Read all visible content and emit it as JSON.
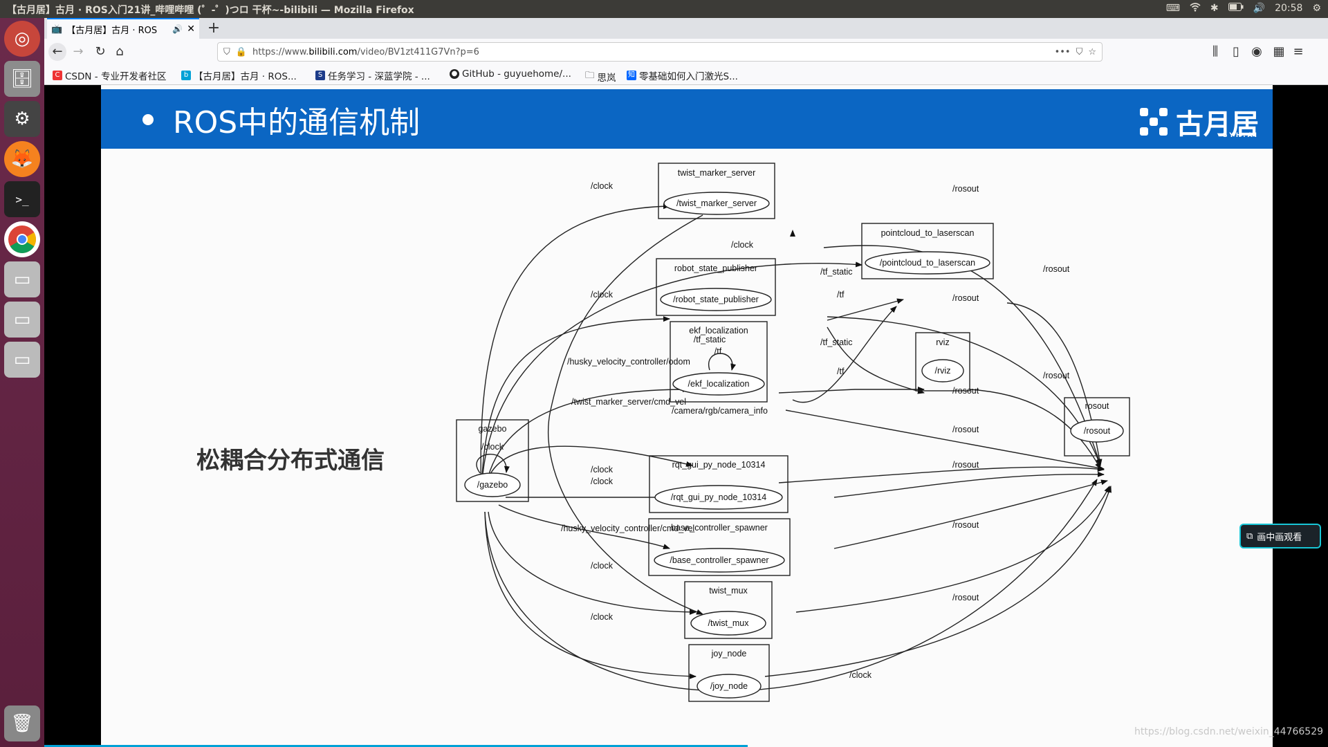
{
  "window_title": "【古月居】古月 · ROS入门21讲_哔哩哔哩 (゜-゜)つロ 干杯~-bilibili — Mozilla Firefox",
  "system_tray": {
    "clock": "20:58"
  },
  "tab": {
    "label": "【古月居】古月 · ROS"
  },
  "url": {
    "prefix": "https://www.",
    "host": "bilibili.com",
    "path": "/video/BV1zt411G7Vn?p=6"
  },
  "bookmarks": [
    "CSDN - 专业开发者社区",
    "【古月居】古月 · ROS...",
    "任务学习 - 深蓝学院 - ...",
    "GitHub - guyuehome/...",
    "思岚",
    "零基础如何入门激光S..."
  ],
  "slide": {
    "heading": "ROS中的通信机制",
    "logo_text": "古月居",
    "logo_sub": "GYH.AI",
    "big_text": "松耦合分布式通信"
  },
  "graph": {
    "nodes": [
      {
        "box": "twist_marker_server",
        "node": "/twist_marker_server"
      },
      {
        "box": "pointcloud_to_laserscan",
        "node": "/pointcloud_to_laserscan"
      },
      {
        "box": "robot_state_publisher",
        "node": "/robot_state_publisher"
      },
      {
        "box": "ekf_localization",
        "node": "/ekf_localization"
      },
      {
        "box": "rviz",
        "node": "/rviz"
      },
      {
        "box": "rosout",
        "node": "/rosout"
      },
      {
        "box": "gazebo",
        "node": "/gazebo"
      },
      {
        "box": "rqt_gui_py_node_10314",
        "node": "/rqt_gui_py_node_10314"
      },
      {
        "box": "base_controller_spawner",
        "node": "/base_controller_spawner"
      },
      {
        "box": "twist_mux",
        "node": "/twist_mux"
      },
      {
        "box": "joy_node",
        "node": "/joy_node"
      }
    ],
    "labels": {
      "clock": "/clock",
      "rosout": "/rosout",
      "tf": "/tf",
      "tf_static": "/tf_static",
      "odom": "/husky_velocity_controller/odom",
      "cmd_vel_marker": "/twist_marker_server/cmd_vel",
      "camera": "/camera/rgb/camera_info",
      "cmd_vel": "/husky_velocity_controller/cmd_vel"
    }
  },
  "pip_label": "画中画观看",
  "watermark": "https://blog.csdn.net/weixin_44766529"
}
